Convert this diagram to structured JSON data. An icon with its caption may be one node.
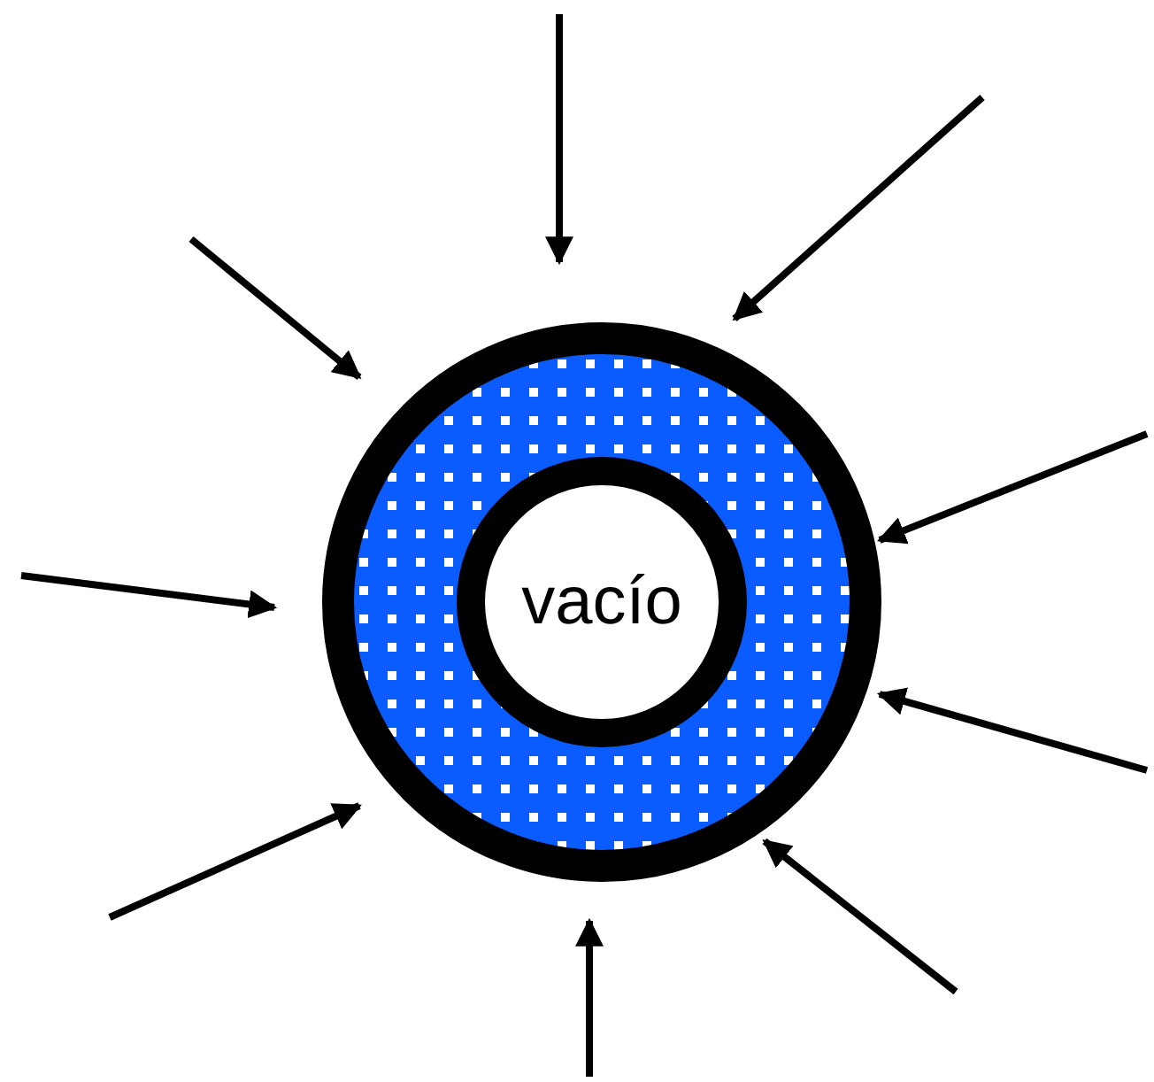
{
  "diagram": {
    "nodes": [
      {
        "text": [],
        "shape": "circle"
      },
      {
        "text": [
          "vacío"
        ],
        "in": 0
      }
    ]
  }
}
